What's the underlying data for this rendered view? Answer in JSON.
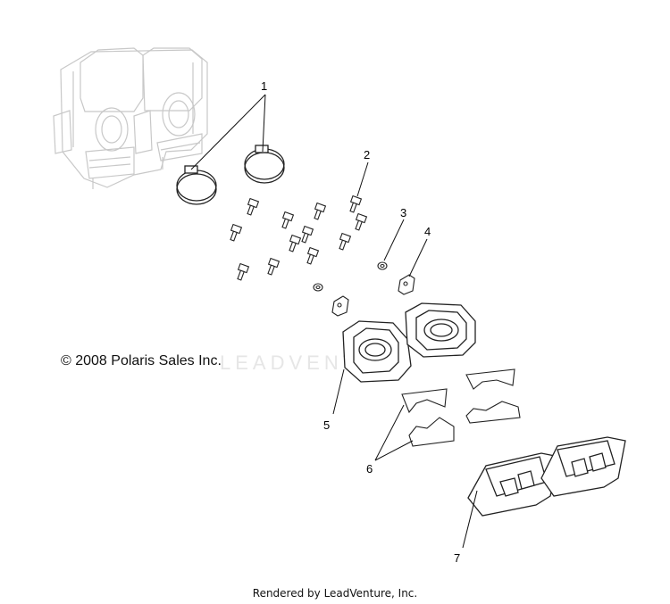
{
  "copyright": "© 2008 Polaris Sales Inc.",
  "footer": "Rendered by LeadVenture, Inc.",
  "watermark": "LEADVENTURE",
  "callouts": [
    "1",
    "2",
    "3",
    "4",
    "5",
    "6",
    "7"
  ],
  "colors": {
    "line": "#222222",
    "ghost": "#c8c8c8",
    "watermark": "#e6e6e6"
  }
}
